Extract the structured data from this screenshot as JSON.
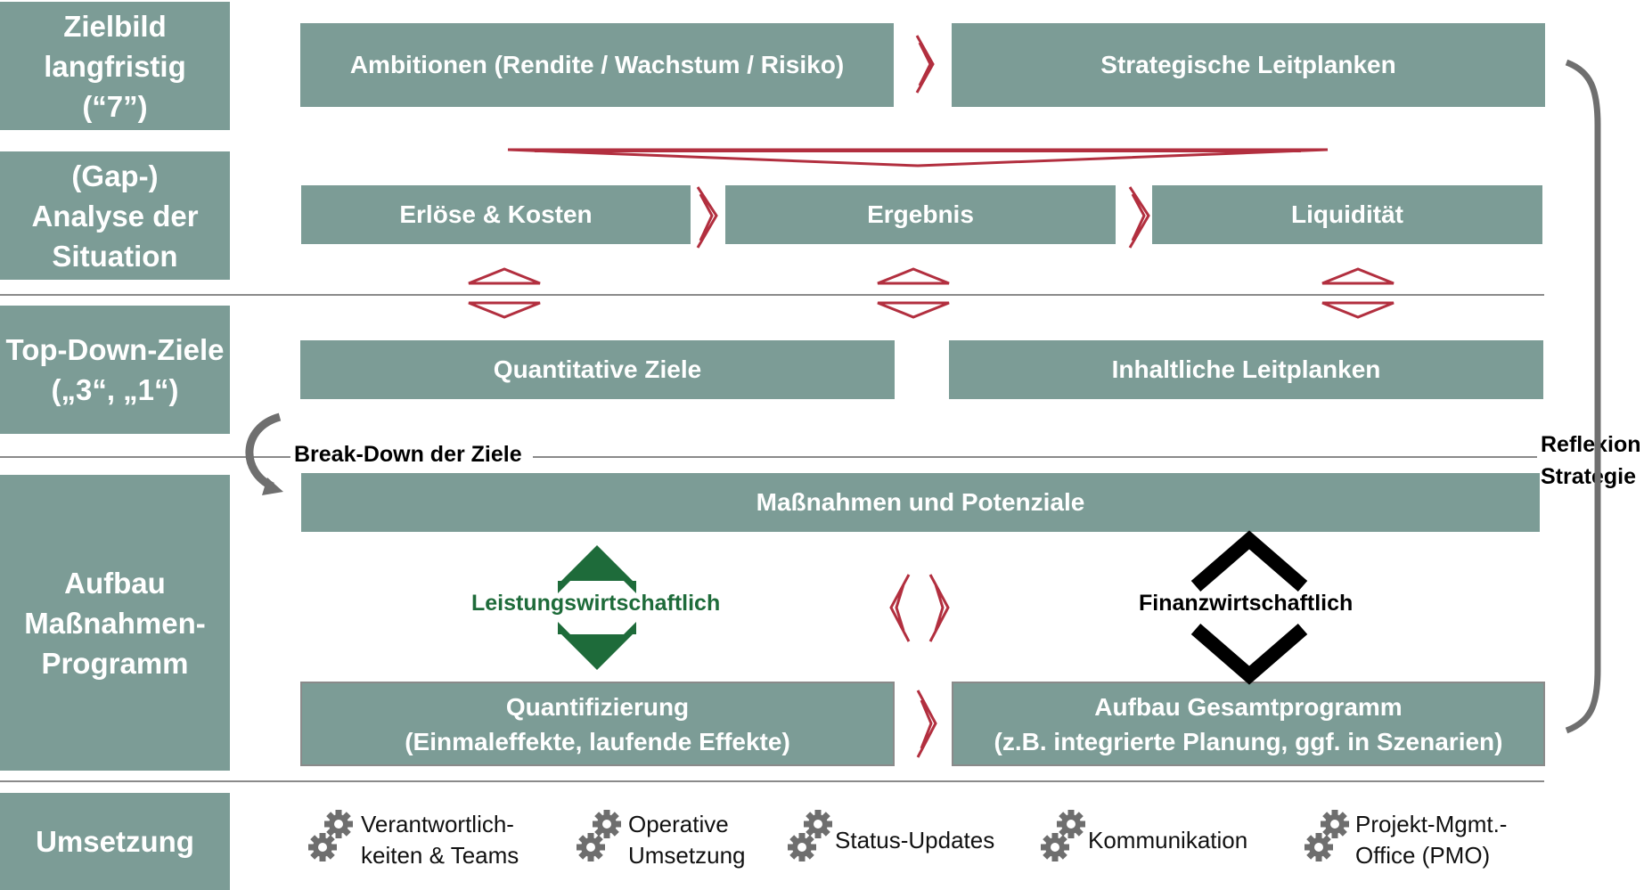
{
  "colors": {
    "box_fill": "#7c9c96",
    "arrow_red": "#b22f3f",
    "leistung_green": "#1e6b3a",
    "finanz_black": "#000000",
    "divider_gray": "#8a8a8a"
  },
  "sidebar": {
    "zielbild": "Zielbild\nlangfristig\n(“7”)",
    "analyse": "(Gap-)\nAnalyse der\nSituation",
    "topdown": "Top-Down-Ziele\n(„3“, „1“)",
    "aufbau": "Aufbau\nMaßnahmen-\nProgramm",
    "umsetzung": "Umsetzung"
  },
  "row1": {
    "ambitionen": "Ambitionen (Rendite / Wachstum / Risiko)",
    "leitplanken": "Strategische Leitplanken"
  },
  "row2": {
    "erloese": "Erlöse & Kosten",
    "ergebnis": "Ergebnis",
    "liquiditaet": "Liquidität"
  },
  "row3": {
    "quantitativ": "Quantitative Ziele",
    "inhaltlich": "Inhaltliche Leitplanken"
  },
  "breakdown": "Break-Down der Ziele",
  "massnahmen": "Maßnahmen und Potenziale",
  "leistung": "Leistungswirtschaftlich",
  "finanz": "Finanzwirtschaftlich",
  "quantifizierung": {
    "line1": "Quantifizierung",
    "line2": "(Einmaleffekte, laufende Effekte)"
  },
  "gesamtprogramm": {
    "line1": "Aufbau Gesamtprogramm",
    "line2": "(z.B. integrierte Planung, ggf. in Szenarien)"
  },
  "reflexion": {
    "line1": "Reflexion",
    "line2": "Strategie"
  },
  "umsetzung_items": [
    {
      "text": "Verantwortlich-\nkeiten & Teams",
      "icon": "gears-icon"
    },
    {
      "text": "Operative\nUmsetzung",
      "icon": "gears-icon"
    },
    {
      "text": "Status-Updates",
      "icon": "gears-icon"
    },
    {
      "text": "Kommunikation",
      "icon": "gears-icon"
    },
    {
      "text": "Projekt-Mgmt.-\nOffice (PMO)",
      "icon": "gears-icon"
    }
  ]
}
